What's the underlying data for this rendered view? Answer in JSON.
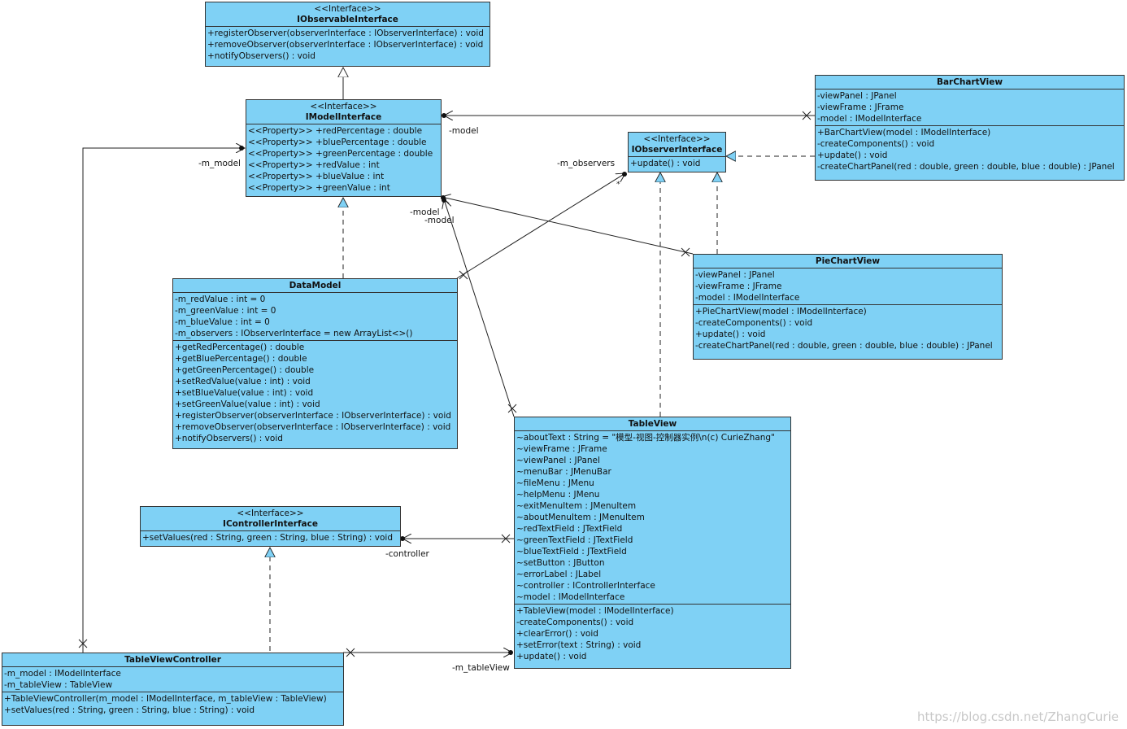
{
  "classes": {
    "observable": {
      "stereotype": "<<Interface>>",
      "name": "IObservableInterface",
      "methods": [
        "+registerObserver(observerInterface : IObserverInterface) : void",
        "+removeObserver(observerInterface : IObserverInterface) : void",
        "+notifyObservers() : void"
      ]
    },
    "model_interface": {
      "stereotype": "<<Interface>>",
      "name": "IModelInterface",
      "attributes": [
        "<<Property>> +redPercentage : double",
        "<<Property>> +bluePercentage : double",
        "<<Property>> +greenPercentage : double",
        "<<Property>> +redValue : int",
        "<<Property>> +blueValue : int",
        "<<Property>> +greenValue : int"
      ]
    },
    "observer": {
      "stereotype": "<<Interface>>",
      "name": "IObserverInterface",
      "methods": [
        "+update() : void"
      ]
    },
    "barchart": {
      "name": "BarChartView",
      "attributes": [
        "-viewPanel : JPanel",
        "-viewFrame : JFrame",
        "-model : IModelInterface"
      ],
      "methods": [
        "+BarChartView(model : IModelInterface)",
        "-createComponents() : void",
        "+update() : void",
        "-createChartPanel(red : double, green : double, blue : double) : JPanel"
      ]
    },
    "piechart": {
      "name": "PieChartView",
      "attributes": [
        "-viewPanel : JPanel",
        "-viewFrame : JFrame",
        "-model : IModelInterface"
      ],
      "methods": [
        "+PieChartView(model : IModelInterface)",
        "-createComponents() : void",
        "+update() : void",
        "-createChartPanel(red : double, green : double, blue : double) : JPanel"
      ]
    },
    "datamodel": {
      "name": "DataModel",
      "attributes": [
        "-m_redValue : int = 0",
        "-m_greenValue : int = 0",
        "-m_blueValue : int = 0",
        "-m_observers : IObserverInterface = new ArrayList<>()"
      ],
      "methods": [
        "+getRedPercentage() : double",
        "+getBluePercentage() : double",
        "+getGreenPercentage() : double",
        "+setRedValue(value : int) : void",
        "+setBlueValue(value : int) : void",
        "+setGreenValue(value : int) : void",
        "+registerObserver(observerInterface : IObserverInterface) : void",
        "+removeObserver(observerInterface : IObserverInterface) : void",
        "+notifyObservers() : void"
      ]
    },
    "tableview": {
      "name": "TableView",
      "attributes": [
        "~aboutText : String = \"模型-视图-控制器实例\\n(c) CurieZhang\"",
        "~viewFrame : JFrame",
        "~viewPanel : JPanel",
        "~menuBar : JMenuBar",
        "~fileMenu : JMenu",
        "~helpMenu : JMenu",
        "~exitMenuItem : JMenuItem",
        "~aboutMenuItem : JMenuItem",
        "~redTextField : JTextField",
        "~greenTextField : JTextField",
        "~blueTextField : JTextField",
        "~setButton : JButton",
        "~errorLabel : JLabel",
        "~controller : IControllerInterface",
        "~model : IModelInterface"
      ],
      "methods": [
        "+TableView(model : IModelInterface)",
        "-createComponents() : void",
        "+clearError() : void",
        "+setError(text : String) : void",
        "+update() : void"
      ]
    },
    "controller_interface": {
      "stereotype": "<<Interface>>",
      "name": "IControllerInterface",
      "methods": [
        "+setValues(red : String, green : String, blue : String) : void"
      ]
    },
    "tvcontroller": {
      "name": "TableViewController",
      "attributes": [
        "-m_model : IModelInterface",
        "-m_tableView : TableView"
      ],
      "methods": [
        "+TableViewController(m_model : IModelInterface, m_tableView : TableView)",
        "+setValues(red : String, green : String, blue : String) : void"
      ]
    }
  },
  "labels": {
    "model_bar": "-model",
    "m_model": "-m_model",
    "m_observers": "-m_observers",
    "multiplicity": "*",
    "model_pie": "-model",
    "model_table": "-model",
    "controller": "-controller",
    "m_tableView": "-m_tableView"
  },
  "watermark": "https://blog.csdn.net/ZhangCurie",
  "colors": {
    "class_fill": "#7fd1f5",
    "line": "#222222",
    "watermark": "#c8c8c8"
  }
}
